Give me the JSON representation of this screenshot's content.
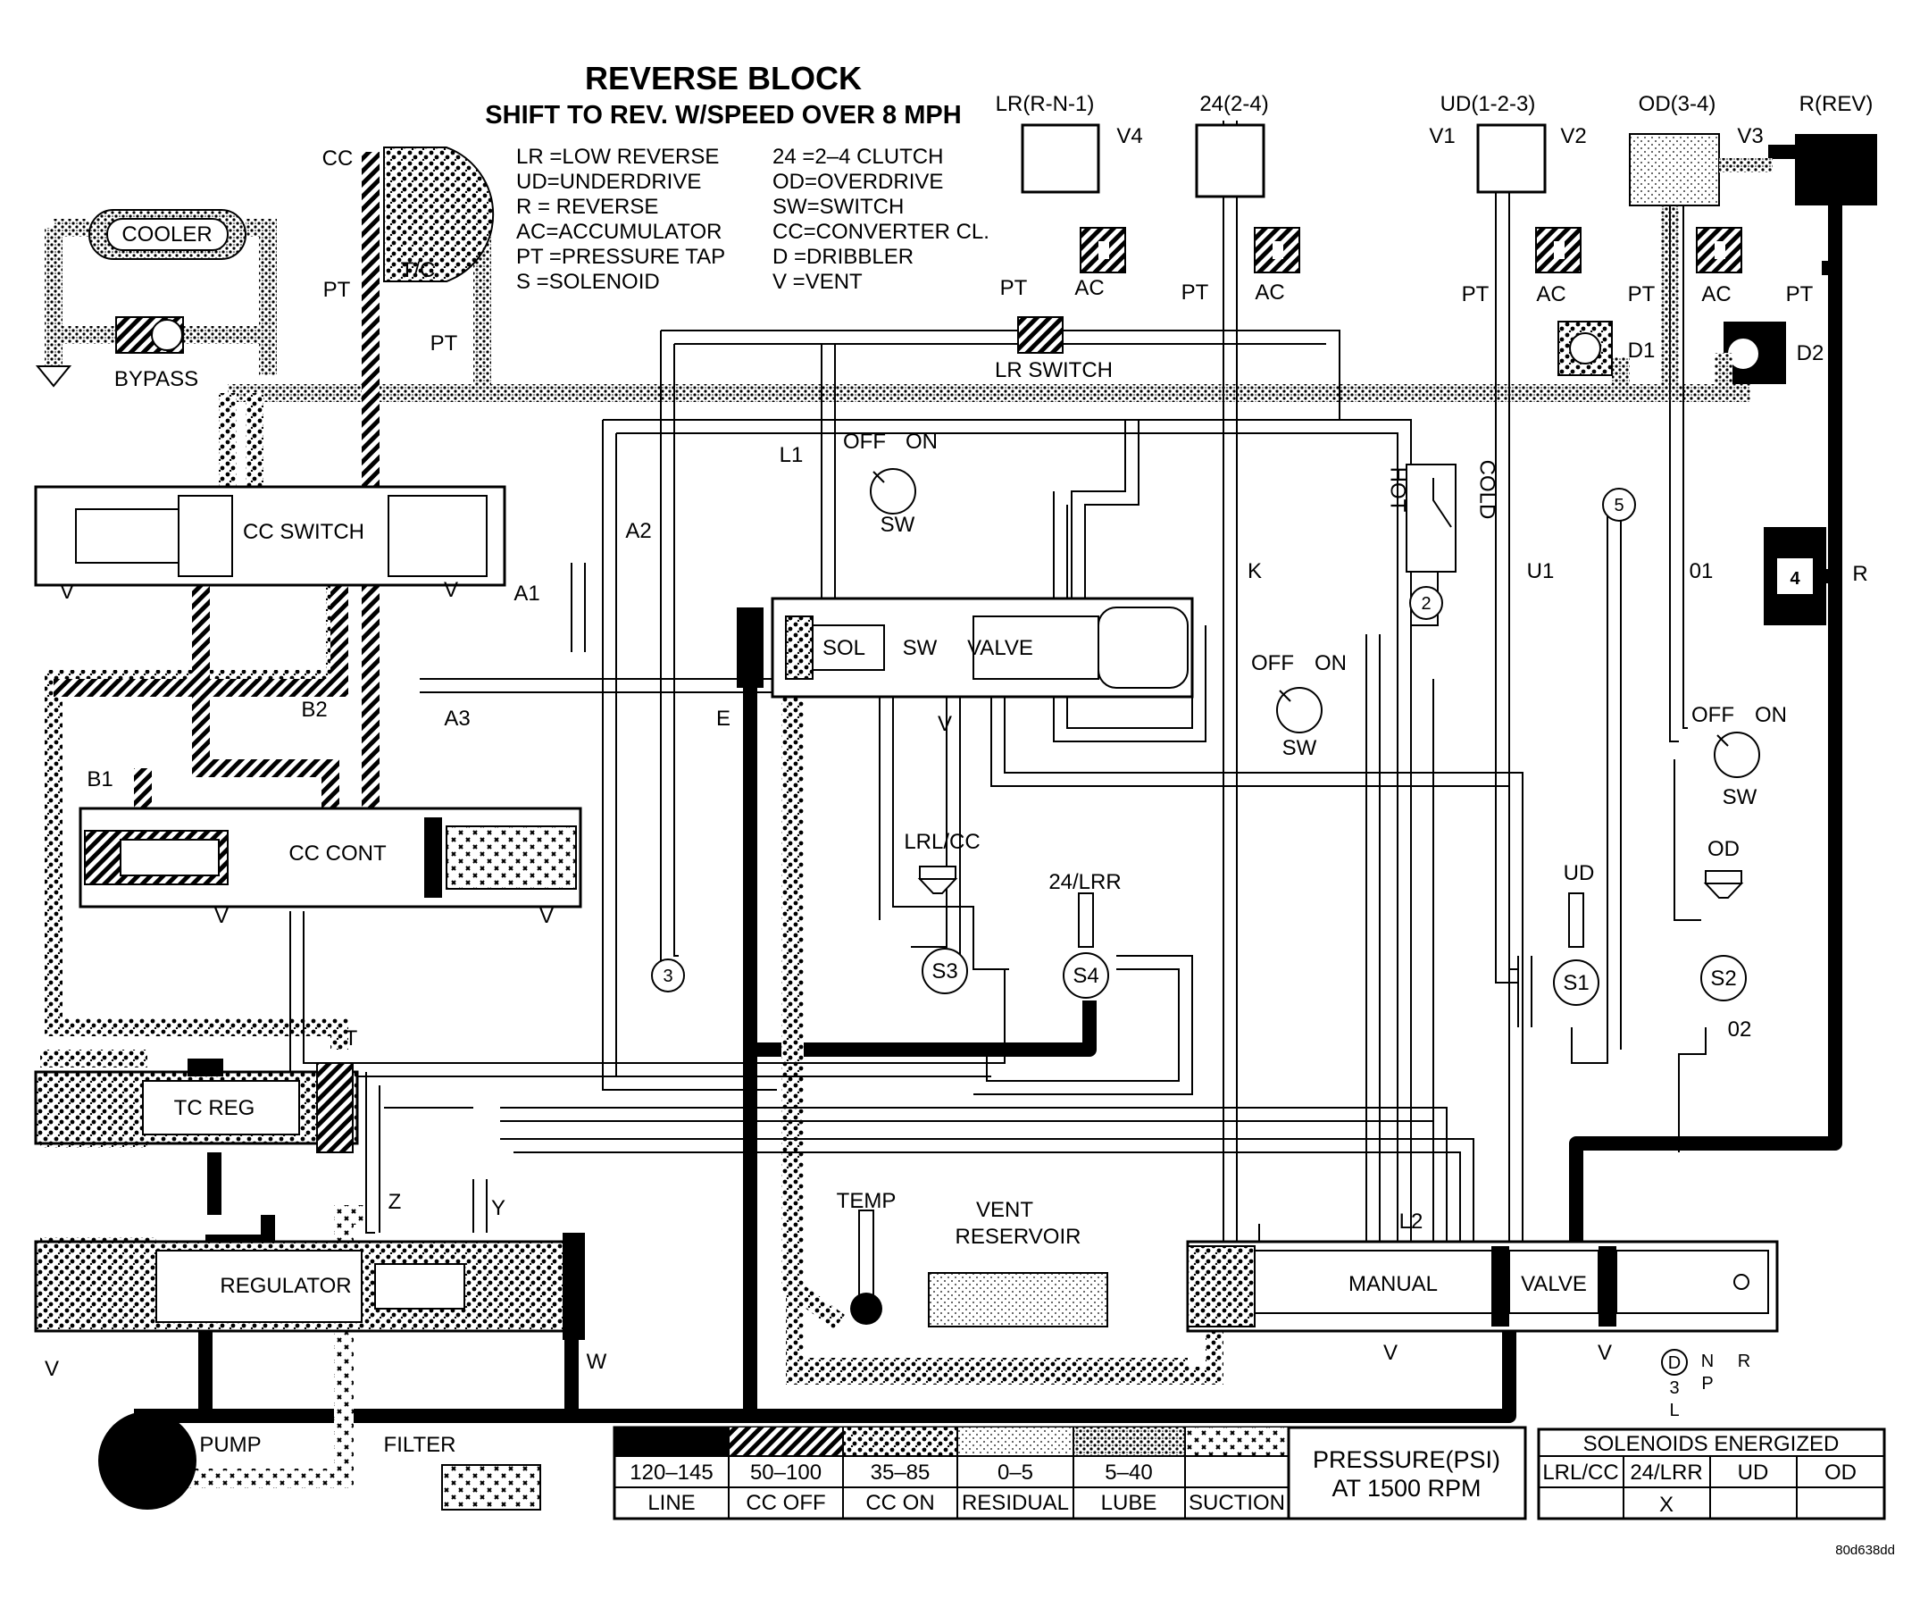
{
  "title": "REVERSE BLOCK",
  "subtitle": "SHIFT TO REV. W/SPEED OVER 8 MPH",
  "abbreviations_left": [
    "LR =LOW REVERSE",
    "UD=UNDERDRIVE",
    "R  = REVERSE",
    "AC=ACCUMULATOR",
    "PT =PRESSURE TAP",
    "S   =SOLENOID"
  ],
  "abbreviations_right": [
    "24  =2–4 CLUTCH",
    "OD=OVERDRIVE",
    "SW=SWITCH",
    "CC=CONVERTER CL.",
    "D   =DRIBBLER",
    "V    =VENT"
  ],
  "clutches": {
    "lr": "LR(R-N-1)",
    "c24": "24(2-4)",
    "ud": "UD(1-2-3)",
    "od": "OD(3-4)",
    "rev": "R(REV)"
  },
  "components": {
    "cooler": "COOLER",
    "bypass": "BYPASS",
    "cc": "CC",
    "tc": "T/C",
    "cc_switch": "CC SWITCH",
    "cc_cont": "CC CONT",
    "tc_reg": "TC REG",
    "regulator": "REGULATOR",
    "pump": "PUMP",
    "filter": "FILTER",
    "lr_switch": "LR SWITCH",
    "sol": "SOL",
    "sw": "SW",
    "valve": "VALVE",
    "manual": "MANUAL",
    "manual_valve": "VALVE",
    "temp": "TEMP",
    "vent_reservoir_1": "VENT",
    "vent_reservoir_2": "RESERVOIR",
    "hot": "HOT",
    "cold": "COLD",
    "lrcc": "LRL/CC",
    "c24lr": "24/LRR",
    "ud": "UD",
    "od": "OD"
  },
  "labels": {
    "pt": "PT",
    "ac": "AC",
    "v": "V",
    "v1": "V1",
    "v2": "V2",
    "v3": "V3",
    "v4": "V4",
    "d1": "D1",
    "d2": "D2",
    "l1": "L1",
    "l2": "L2",
    "a1": "A1",
    "a2": "A2",
    "a3": "A3",
    "b1": "B1",
    "b2": "B2",
    "e": "E",
    "k": "K",
    "u1": "U1",
    "o1": "01",
    "o2": "02",
    "r": "R",
    "t": "T",
    "w": "W",
    "y": "Y",
    "z": "Z",
    "off": "OFF",
    "on": "ON",
    "sw": "SW",
    "s1": "S1",
    "s2": "S2",
    "s3": "S3",
    "s4": "S4",
    "n2": "2",
    "n3": "3",
    "n4": "4",
    "n5": "5",
    "gear_d": "D",
    "gear_3": "3",
    "gear_l": "L",
    "gear_n": "N",
    "gear_p": "P",
    "gear_r": "R"
  },
  "pressure_legend": {
    "title_1": "PRESSURE(PSI)",
    "title_2": "AT 1500 RPM",
    "ranges": [
      "120–145",
      "50–100",
      "35–85",
      "0–5",
      "5–40",
      ""
    ],
    "names": [
      "LINE",
      "CC OFF",
      "CC ON",
      "RESIDUAL",
      "LUBE",
      "SUCTION"
    ]
  },
  "solenoid_table": {
    "title": "SOLENOIDS ENERGIZED",
    "headers": [
      "LRL/CC",
      "24/LRR",
      "UD",
      "OD"
    ],
    "values": [
      "",
      "X",
      "",
      ""
    ]
  },
  "figure_id": "80d638dd",
  "colors": {
    "line": "#000000",
    "background": "#ffffff"
  }
}
